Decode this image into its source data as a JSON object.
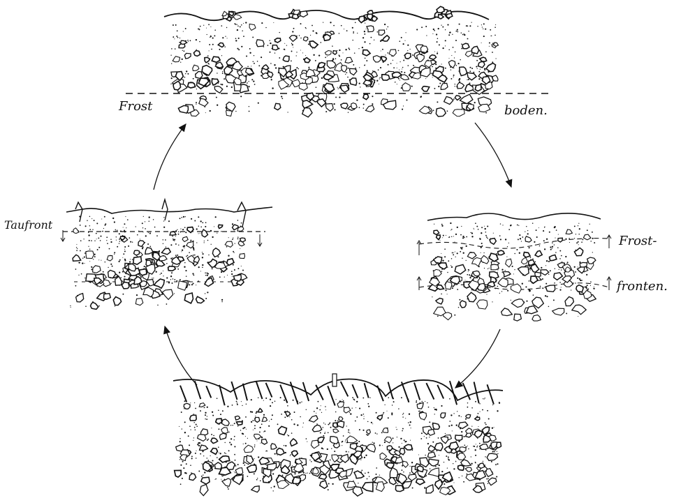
{
  "labels": {
    "frost": "Frost",
    "boden": "boden.",
    "taufront": "Taufront",
    "frost_hyphen": "Frost-",
    "fronten": "fronten."
  },
  "colors": {
    "ink": "#111111",
    "paper": "#ffffff"
  }
}
